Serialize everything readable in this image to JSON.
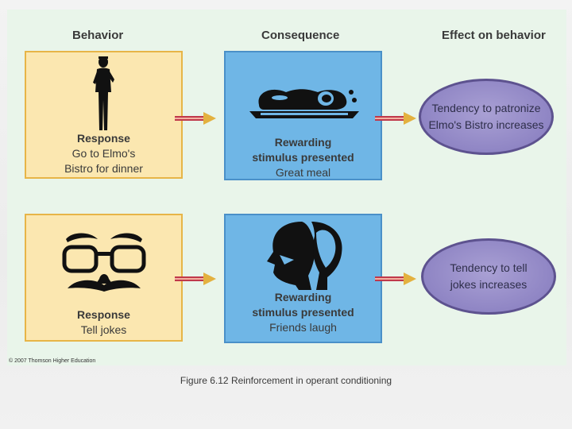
{
  "headers": {
    "behavior": "Behavior",
    "consequence": "Consequence",
    "effect": "Effect on behavior"
  },
  "rows": [
    {
      "behavior": {
        "title": "Response",
        "line1": "Go to Elmo's",
        "line2": "Bistro for dinner"
      },
      "consequence": {
        "title1": "Rewarding",
        "title2": "stimulus presented",
        "detail": "Great meal"
      },
      "effect": {
        "line1": "Tendency to patronize",
        "line2": "Elmo's Bistro increases"
      }
    },
    {
      "behavior": {
        "title": "Response",
        "line1": "Tell jokes"
      },
      "consequence": {
        "title1": "Rewarding",
        "title2": "stimulus presented",
        "detail": "Friends laugh"
      },
      "effect": {
        "line1": "Tendency to tell",
        "line2": "jokes increases"
      }
    }
  ],
  "icons": [
    "man-in-suit-icon",
    "roast-meal-icon",
    "glasses-mustache-disguise-icon",
    "laughing-faces-icon",
    "right-arrow-icon"
  ],
  "colors": {
    "behavior_fill": "#fbe7b0",
    "behavior_border": "#e7b547",
    "consequence_fill": "#6fb6e6",
    "consequence_border": "#4a90c8",
    "effect_fill": "#8f85c4",
    "effect_border": "#5d528f",
    "arrow": "#c0394b"
  },
  "copyright": "© 2007 Thomson Higher Education",
  "caption": "Figure 6.12  Reinforcement in operant conditioning"
}
